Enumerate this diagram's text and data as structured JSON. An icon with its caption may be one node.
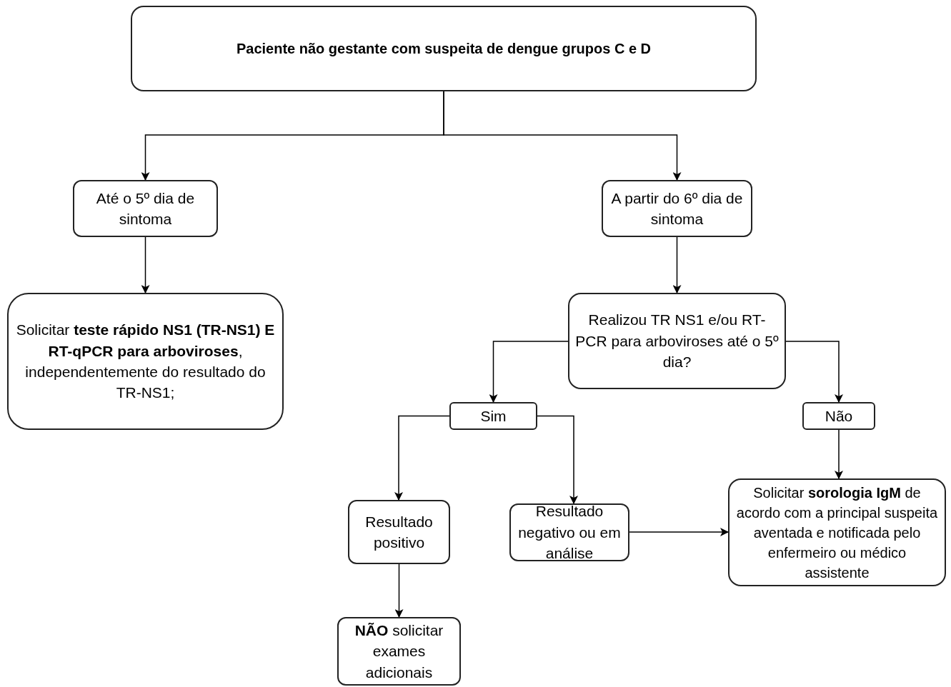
{
  "diagram": {
    "nodes": [
      {
        "text": [
          "Paciente não gestante com suspeita de dengue grupos C e D"
        ]
      },
      {
        "text": [
          "Até o 5º dia de sintoma"
        ]
      },
      {
        "text": [
          "A partir do 6º dia de sintoma"
        ]
      },
      {
        "text": [
          "Solicitar **teste rápido NS1 (TR-NS1) E RT-qPCR para arboviroses**, independentemente do resultado do TR-NS1;"
        ]
      },
      {
        "text": [
          "Realizou TR NS1 e/ou RT-PCR para arboviroses até o 5º dia?"
        ]
      },
      {
        "text": [
          "Sim"
        ]
      },
      {
        "text": [
          "Não"
        ]
      },
      {
        "text": [
          "Resultado positivo"
        ]
      },
      {
        "text": [
          "Resultado negativo ou em análise"
        ]
      },
      {
        "text": [
          "Solicitar **sorologia IgM** de acordo com a principal suspeita aventada e notificada pelo enfermeiro ou médico assistente"
        ]
      },
      {
        "text": [
          "**NÃO** solicitar exames adicionais"
        ]
      }
    ],
    "edges": [
      {
        "from": 0,
        "to": 1,
        "arrow": "to"
      },
      {
        "from": 0,
        "to": 2,
        "arrow": "to"
      },
      {
        "from": 1,
        "to": 3,
        "arrow": "to"
      },
      {
        "from": 2,
        "to": 4,
        "arrow": "to"
      },
      {
        "from": 4,
        "to": 5,
        "arrow": "to"
      },
      {
        "from": 4,
        "to": 6,
        "arrow": "to"
      },
      {
        "from": 5,
        "to": 7,
        "arrow": "to"
      },
      {
        "from": 5,
        "to": 8,
        "arrow": "to"
      },
      {
        "from": 6,
        "to": 9,
        "arrow": "to"
      },
      {
        "from": 7,
        "to": 10,
        "arrow": "to"
      },
      {
        "from": 8,
        "to": 9,
        "arrow": "to"
      }
    ]
  }
}
